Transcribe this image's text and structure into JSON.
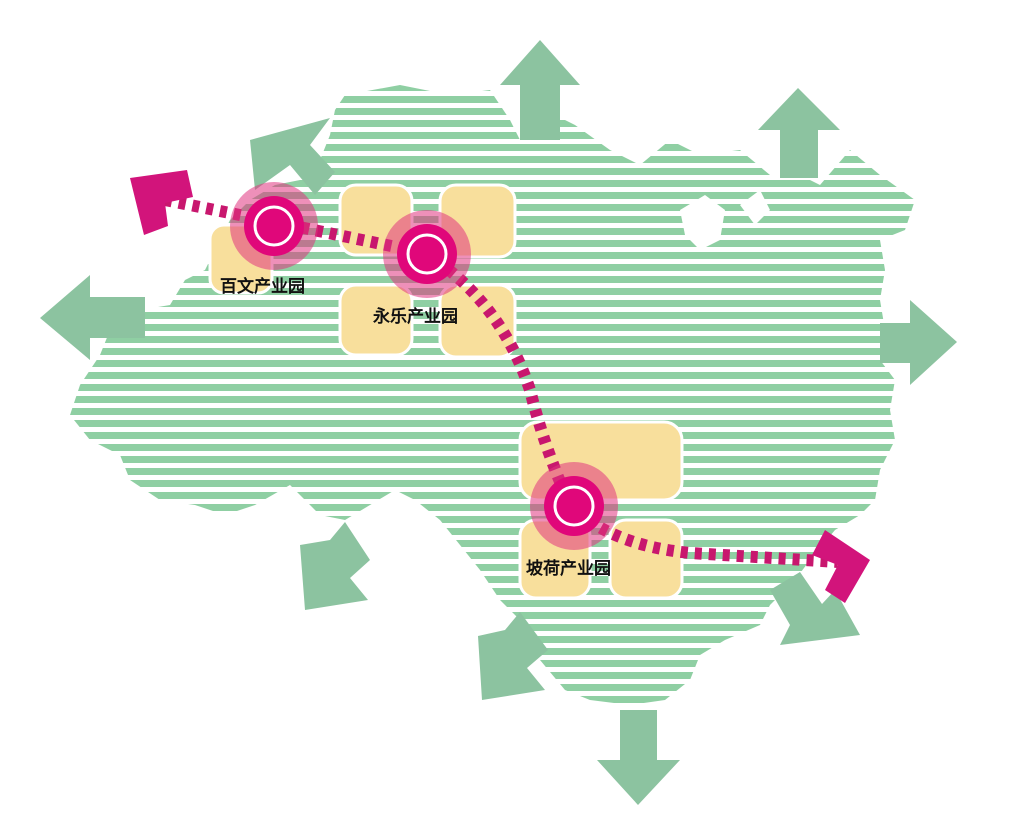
{
  "map": {
    "colors": {
      "region_stripe": "#8fcfa3",
      "background": "#ffffff",
      "park_block": "#f8df9c",
      "corridor": "#c8176e",
      "node": "#e0077a",
      "node_halo": "#e0357f",
      "arrow": "#8cc3a0"
    },
    "parks": [
      {
        "id": "baiwen",
        "label": "百文产业园"
      },
      {
        "id": "yongle",
        "label": "永乐产业园"
      },
      {
        "id": "pohe",
        "label": "坡荷产业园"
      }
    ],
    "corridor": {
      "style": "dashed",
      "direction_markers": [
        "northwest",
        "southeast"
      ]
    },
    "radiation_arrows": [
      "north",
      "northeast",
      "northwest",
      "west",
      "east",
      "southwest",
      "south-southwest",
      "south",
      "southeast"
    ],
    "icon_names": [
      "radiation-arrow-icon",
      "park-node-icon",
      "corridor-end-marker-icon"
    ]
  }
}
